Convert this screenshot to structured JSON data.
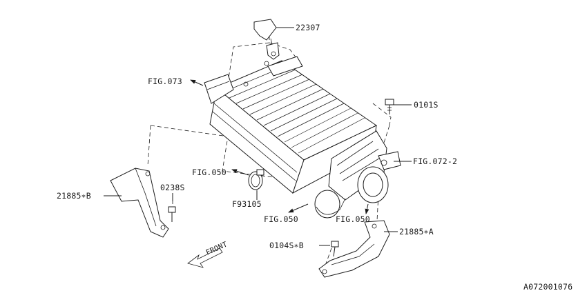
{
  "diagram": {
    "callouts": {
      "p22307": "22307",
      "fig073": "FIG.073",
      "p0101s": "0101S",
      "fig072_2": "FIG.072-2",
      "fig050_left": "FIG.050",
      "p93105": "F93105",
      "fig050_bottom": "FIG.050",
      "fig050_right": "FIG.050",
      "p21885a": "21885∗A",
      "p21885b": "21885∗B",
      "p0238s": "0238S",
      "p0104sb": "0104S∗B"
    },
    "direction_label": "FRONT",
    "figure_code": "A072001076"
  }
}
